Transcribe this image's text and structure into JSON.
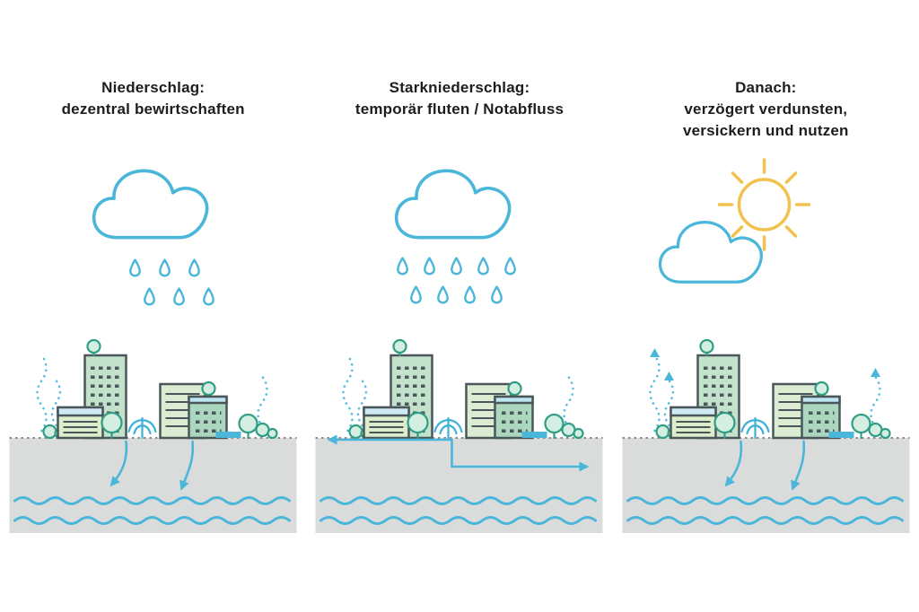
{
  "panels": [
    {
      "id": "niederschlag",
      "title_lines": [
        "Niederschlag:",
        "dezentral bewirtschaften"
      ],
      "weather_icon": "cloud-with-rain",
      "rain_intensity": "moderate",
      "water_flow_icon": "infiltration-arrows-into-ground"
    },
    {
      "id": "starkniederschlag",
      "title_lines": [
        "Starkniederschlag:",
        "temporär fluten / Notabfluss"
      ],
      "weather_icon": "cloud-with-heavy-rain",
      "rain_intensity": "heavy",
      "water_flow_icon": "surface-runoff-arrows"
    },
    {
      "id": "danach",
      "title_lines": [
        "Danach:",
        "verzögert verdunsten,",
        "versickern und nutzen"
      ],
      "weather_icon": "sun-with-cloud",
      "rain_intensity": "none",
      "water_flow_icon": "evaporation-and-infiltration-arrows"
    }
  ],
  "colors": {
    "water_blue": "#49b6da",
    "tree_green": "#2f9e84",
    "building_green_light": "#ddedcc",
    "building_green_mid": "#c2e2cb",
    "building_green_dark": "#abd7bf",
    "outline_dark": "#4a565a",
    "ground_gray": "#dadbdb",
    "sun_yellow": "#f2c14e",
    "text_dark": "#1d1d1b"
  }
}
